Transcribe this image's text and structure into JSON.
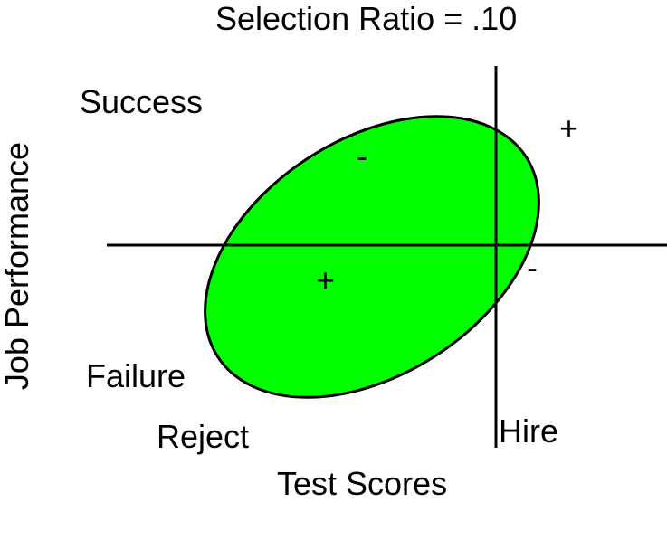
{
  "title": "Selection Ratio = .10",
  "axes": {
    "x_label": "Test Scores",
    "y_label": "Job Performance"
  },
  "quadrant_labels": {
    "top_left": "Success",
    "bottom_left": "Failure",
    "reject": "Reject",
    "hire": "Hire"
  },
  "signs": {
    "top_right": "+",
    "top_left": "-",
    "bottom_left": "+",
    "bottom_right": "-"
  },
  "colors": {
    "ellipse_fill": "#00ff00",
    "lines": "#000000",
    "background": "#ffffff"
  }
}
